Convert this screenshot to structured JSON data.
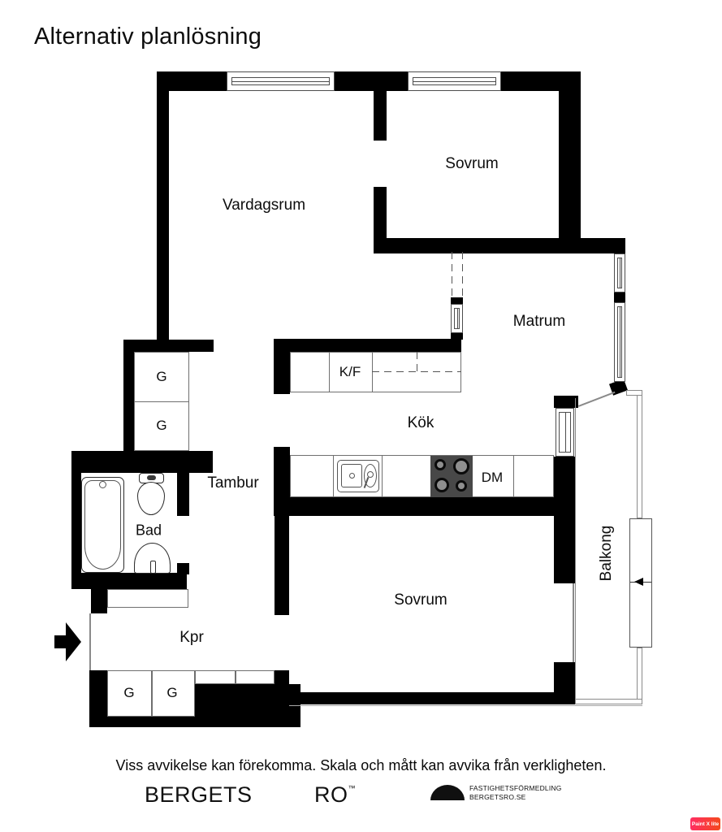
{
  "title": "Alternativ planlösning",
  "plan": {
    "rooms": [
      {
        "id": "vardagsrum",
        "label": "Vardagsrum"
      },
      {
        "id": "sovrum-top",
        "label": "Sovrum"
      },
      {
        "id": "matrum",
        "label": "Matrum"
      },
      {
        "id": "kok",
        "label": "Kök"
      },
      {
        "id": "tambur",
        "label": "Tambur"
      },
      {
        "id": "bad",
        "label": "Bad"
      },
      {
        "id": "kpr",
        "label": "Kpr"
      },
      {
        "id": "sovrum-bottom",
        "label": "Sovrum"
      },
      {
        "id": "balkong",
        "label": "Balkong"
      }
    ],
    "fixtures": {
      "wardrobe": "G",
      "fridge_freezer": "K/F",
      "dishwasher": "DM"
    },
    "colors": {
      "wall": "#000000",
      "stove_panel": "#484848",
      "burner": "#8f8f8f"
    }
  },
  "footer": {
    "disclaimer": "Viss avvikelse kan förekomma. Skala och mått kan avvika från verkligheten.",
    "brand_left": "BERGETS",
    "brand_right": "RO",
    "trademark": "™",
    "agency_line1": "FASTIGHETSFÖRMEDLING",
    "agency_line2": "BERGETSRO.SE"
  },
  "watermark": {
    "label": "Paint X lite",
    "color_start": "#ff2e63",
    "color_end": "#f4491e"
  }
}
